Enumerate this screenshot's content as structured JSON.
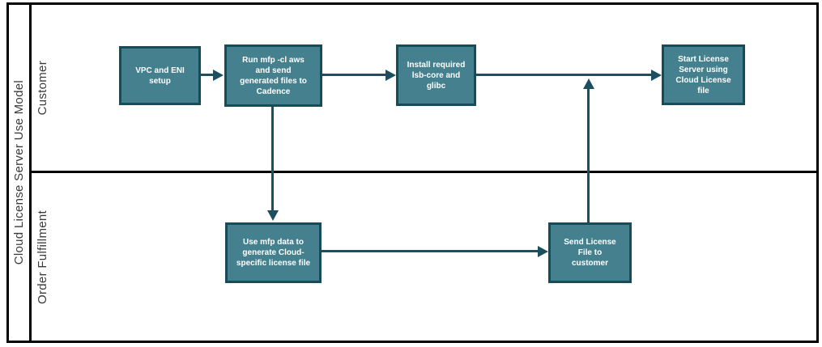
{
  "diagram": {
    "title": "Cloud License Server Use Model",
    "lanes": [
      {
        "id": "customer",
        "label": "Customer"
      },
      {
        "id": "order-fulfillment",
        "label": "Order Fulfillment"
      }
    ],
    "nodes": [
      {
        "id": "vpc-eni-setup",
        "lane": "customer",
        "label": "VPC and ENI\nsetup"
      },
      {
        "id": "run-mfp",
        "lane": "customer",
        "label": "Run mfp -cl aws\nand send\ngenerated files to\nCadence"
      },
      {
        "id": "install-packages",
        "lane": "customer",
        "label": "Install required\nlsb-core and\nglibc"
      },
      {
        "id": "start-license-server",
        "lane": "customer",
        "label": "Start License\nServer using\nCloud License\nfile"
      },
      {
        "id": "generate-license-file",
        "lane": "order-fulfillment",
        "label": "Use mfp data to\ngenerate Cloud-\nspecific license file"
      },
      {
        "id": "send-license-file",
        "lane": "order-fulfillment",
        "label": "Send License\nFile to\ncustomer"
      }
    ],
    "edges": [
      {
        "from": "vpc-eni-setup",
        "to": "run-mfp"
      },
      {
        "from": "run-mfp",
        "to": "install-packages"
      },
      {
        "from": "install-packages",
        "to": "start-license-server"
      },
      {
        "from": "run-mfp",
        "to": "generate-license-file"
      },
      {
        "from": "generate-license-file",
        "to": "send-license-file"
      },
      {
        "from": "send-license-file",
        "to": "start-license-server"
      }
    ],
    "colors": {
      "node_fill": "#45808E",
      "node_border": "#164B5A",
      "connector": "#1C4F60",
      "frame": "#000000"
    }
  }
}
